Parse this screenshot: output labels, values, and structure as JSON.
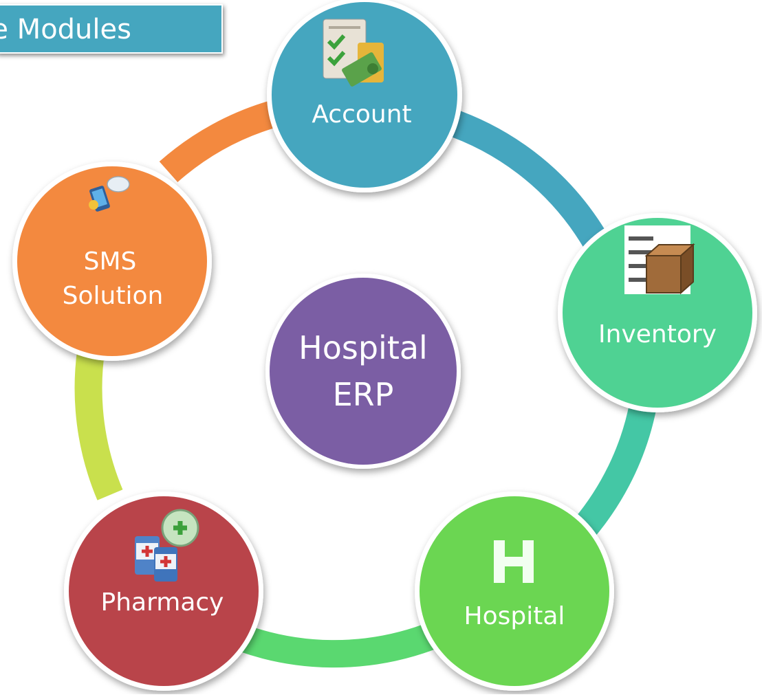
{
  "header": {
    "title": "ne Modules"
  },
  "center": {
    "line1": "Hospital",
    "line2": "ERP",
    "color": "#7b5ea4"
  },
  "modules": [
    {
      "key": "account",
      "label": "Account",
      "label2": "",
      "color": "#45a6bf",
      "icon": "account-money-icon"
    },
    {
      "key": "inventory",
      "label": "Inventory",
      "label2": "",
      "color": "#4fd293",
      "icon": "inventory-box-icon"
    },
    {
      "key": "hospital",
      "label": "Hospital",
      "label2": "",
      "color": "#6bd652",
      "icon": "hospital-h-icon"
    },
    {
      "key": "pharmacy",
      "label": "Pharmacy",
      "label2": "",
      "color": "#b9444a",
      "icon": "pharmacy-bottles-icon"
    },
    {
      "key": "sms",
      "label": "SMS",
      "label2": "Solution",
      "color": "#f3893f",
      "icon": "sms-phone-icon"
    }
  ],
  "ring_colors": [
    "#45a6bf",
    "#44c7a5",
    "#5ad870",
    "#c9e04d",
    "#f3893f"
  ]
}
